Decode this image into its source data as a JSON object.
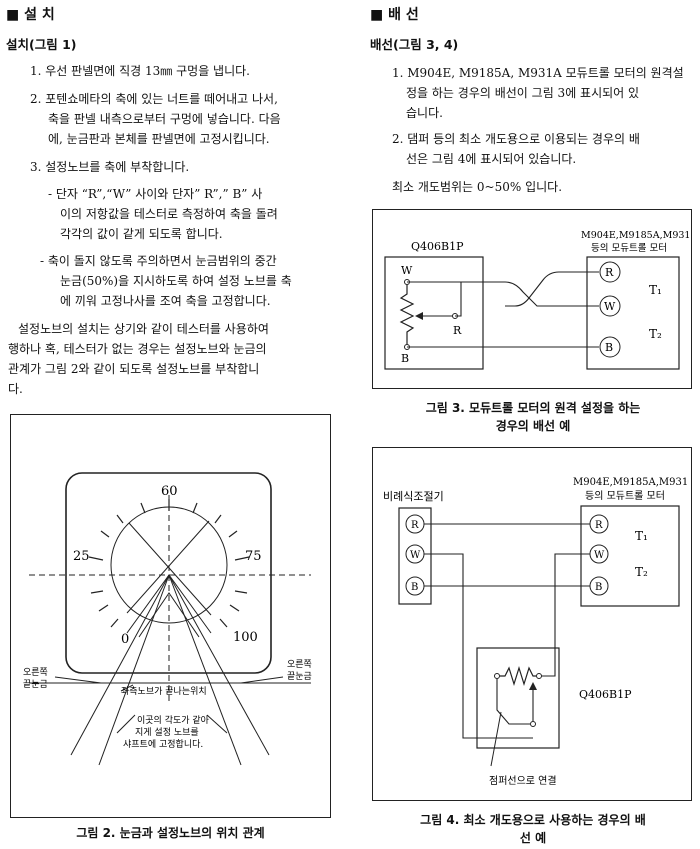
{
  "left": {
    "heading": "■ 설 치",
    "subheading": "설치(그림  1)",
    "steps": [
      {
        "lines": [
          "1. 우선 판넬면에 직경 13㎜ 구멍을 냅니다."
        ]
      },
      {
        "lines": [
          "2. 포텐쇼메타의 축에 있는 너트를 떼어내고 나서,",
          "축을 판넬 내측으로부터 구멍에 넣습니다. 다음",
          "에, 눈금판과 본체를 판넬면에 고정시킵니다."
        ]
      },
      {
        "lines": [
          "3. 설정노브를 축에 부착합니다."
        ]
      }
    ],
    "bullets": [
      {
        "lines": [
          "- 단자 “R”,“W” 사이와    단자” R”,” B” 사",
          "이의 저항값을 테스터로 측정하여 축을 돌려",
          "각각의 값이 같게 되도록 합니다."
        ]
      },
      {
        "lines": [
          "- 축이 돌지 않도록 주의하면서 눈금범위의 중간",
          "눈금(50%)을 지시하도록 하여 설정 노브를 축",
          "에 끼워 고정나사를 조여 축을 고정합니다."
        ]
      }
    ],
    "paragraph": [
      "설정노브의 설치는 상기와 같이 테스터를 사용하여",
      "행하나 혹, 테스터가 없는 경우는 설정노브와 눈금의",
      "관계가 그림 2와 같이 되도록 설정노브를 부착합니",
      "다."
    ],
    "figure2": {
      "tick_labels": [
        "60",
        "25",
        "75",
        "0",
        "100"
      ],
      "label_right_end": [
        "오른쪽",
        "끝눈금"
      ],
      "label_left_end": [
        "오른쪽",
        "끝눈금"
      ],
      "label_left_side": "좌측노브가 끝나는위치",
      "label_angle": [
        "이곳의 각도가 같아",
        "지게 설정 노브를",
        "샤프트에 고정합니다."
      ],
      "caption": "그림 2.  눈금과  설정노브의  위치  관계"
    }
  },
  "right": {
    "heading": "■ 배 선",
    "subheading": "배선(그림  3,  4)",
    "steps": [
      {
        "lines": [
          "1. M904E, M9185A, M931A 모듀트롤 모터의 원격설",
          "정을 하는 경우의 배선이 그림 3에 표시되어 있",
          "습니다."
        ]
      },
      {
        "lines": [
          "2. 댐퍼 등의 최소 개도용으로 이용되는 경우의 배",
          "선은 그림 4에 표시되어 있습니다."
        ]
      }
    ],
    "range_note": "최소 개도범위는 0~50% 입니다.",
    "figure3": {
      "device": "Q406B1P",
      "motor": [
        "M904E,M9185A,M931",
        "등의 모듀트롤 모터"
      ],
      "terminals_left": [
        "W",
        "B"
      ],
      "resistor_label": "R",
      "terminals_right": [
        "R",
        "W",
        "B"
      ],
      "t1": "T₁",
      "t2": "T₂",
      "caption": [
        "그림 3.  모듀트롤  모터의  원격  설정을  하는",
        "경우의  배선  예"
      ]
    },
    "figure4": {
      "motor": [
        "M904E,M9185A,M931",
        "등의 모듀트롤 모터"
      ],
      "controller": "비례식조절기",
      "terminals_left": [
        "R",
        "W",
        "B"
      ],
      "terminals_right": [
        "R",
        "W",
        "B"
      ],
      "t1": "T₁",
      "t2": "T₂",
      "device": "Q406B1P",
      "jumper": "점퍼선으로 연결",
      "caption": [
        "그림 4.  최소  개도용으로  사용하는  경우의  배",
        "선  예"
      ]
    }
  }
}
